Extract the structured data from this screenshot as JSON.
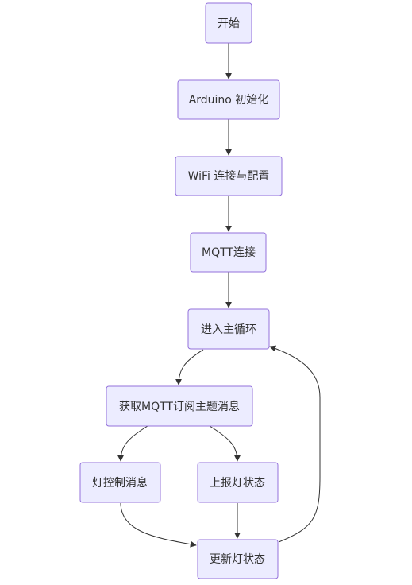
{
  "diagram": {
    "type": "flowchart",
    "nodes": {
      "start": "开始",
      "arduino_init": "Arduino 初始化",
      "wifi": "WiFi 连接与配置",
      "mqtt": "MQTT连接",
      "main_loop": "进入主循环",
      "get_topic": "获取MQTT订阅主题消息",
      "light_msg": "灯控制消息",
      "report": "上报灯状态",
      "update": "更新灯状态"
    },
    "edges": [
      [
        "start",
        "arduino_init"
      ],
      [
        "arduino_init",
        "wifi"
      ],
      [
        "wifi",
        "mqtt"
      ],
      [
        "mqtt",
        "main_loop"
      ],
      [
        "main_loop",
        "get_topic"
      ],
      [
        "get_topic",
        "light_msg"
      ],
      [
        "get_topic",
        "report"
      ],
      [
        "light_msg",
        "update"
      ],
      [
        "report",
        "update"
      ],
      [
        "update",
        "main_loop"
      ]
    ]
  }
}
